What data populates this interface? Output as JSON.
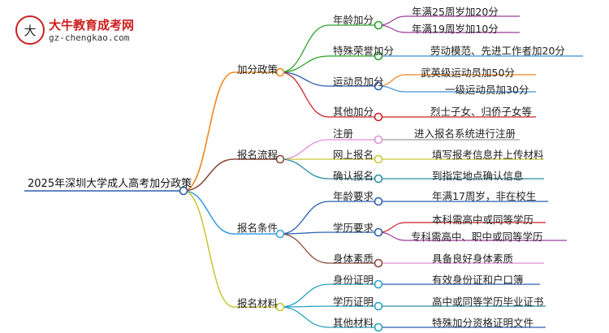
{
  "site": {
    "title": "大牛教育成考网",
    "url": "gz-chengkao.com"
  },
  "mindmap": {
    "root": "2025年深圳大学成人高考加分政策",
    "branches": [
      {
        "label": "加分政策",
        "color": "#f2861f",
        "children": [
          {
            "label": "年龄加分",
            "color": "#2aa12a",
            "leaves": [
              {
                "label": "年满25周岁加20分",
                "color": "#9c3c9c"
              },
              {
                "label": "年满19周岁加10分",
                "color": "#9c3c9c"
              }
            ]
          },
          {
            "label": "特殊荣誉加分",
            "color": "#2aa12a",
            "leaves": [
              {
                "label": "劳动模范、先进工作者加20分",
                "color": "#3c8fd1"
              }
            ]
          },
          {
            "label": "运动员加分",
            "color": "#2a5fb0",
            "leaves": [
              {
                "label": "武英级运动员加50分",
                "color": "#f2861f"
              },
              {
                "label": "一级运动员加30分",
                "color": "#3c8fd1"
              }
            ]
          },
          {
            "label": "其他加分",
            "color": "#cc2323",
            "leaves": [
              {
                "label": "烈士子女、归侨子女等",
                "color": "#cc2323"
              }
            ]
          }
        ]
      },
      {
        "label": "报名流程",
        "color": "#8b4a3a",
        "children": [
          {
            "label": "注册",
            "color": "#e08fd8",
            "leaves": [
              {
                "label": "进入报名系统进行注册",
                "color": "#9c9c9c"
              }
            ]
          },
          {
            "label": "网上报名",
            "color": "#c8c83a",
            "leaves": [
              {
                "label": "填写报考信息并上传材料",
                "color": "#c8c83a"
              }
            ]
          },
          {
            "label": "确认报名",
            "color": "#2a8fa0",
            "leaves": [
              {
                "label": "到指定地点确认信息",
                "color": "#2a8fa0"
              }
            ]
          }
        ]
      },
      {
        "label": "报名条件",
        "color": "#3c9fe0",
        "children": [
          {
            "label": "年龄要求",
            "color": "#2a5fb0",
            "leaves": [
              {
                "label": "年满17周岁，非在校生",
                "color": "#2a5fb0"
              }
            ]
          },
          {
            "label": "学历要求",
            "color": "#2a5fb0",
            "leaves": [
              {
                "label": "本科需高中或同等学历",
                "color": "#cc2323"
              },
              {
                "label": "专科需高中、职中或同等学历",
                "color": "#9c3c9c"
              }
            ]
          },
          {
            "label": "身体素质",
            "color": "#8b4a3a",
            "leaves": [
              {
                "label": "具备良好身体素质",
                "color": "#e08fd8"
              }
            ]
          }
        ]
      },
      {
        "label": "报名材料",
        "color": "#c8c83a",
        "children": [
          {
            "label": "身份证明",
            "color": "#2aa1c0",
            "leaves": [
              {
                "label": "有效身份证和户口簿",
                "color": "#2a5fb0"
              }
            ]
          },
          {
            "label": "学历证明",
            "color": "#2aa1c0",
            "leaves": [
              {
                "label": "高中或同等学历毕业证书",
                "color": "#2a8fa0"
              }
            ]
          },
          {
            "label": "其他材料",
            "color": "#2aa1c0",
            "leaves": [
              {
                "label": "特殊加分资格证明文件",
                "color": "#2a5fb0"
              }
            ]
          }
        ]
      }
    ]
  },
  "colors": {
    "root_line": "#2a5fb0",
    "logo_red": "#cc1f1f"
  }
}
